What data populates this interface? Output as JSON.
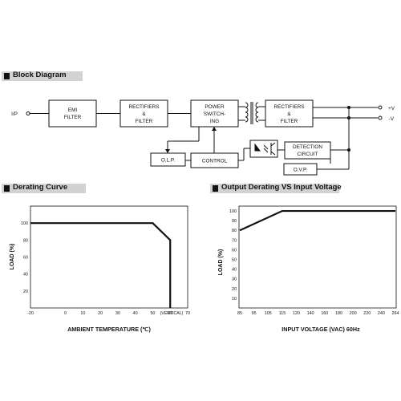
{
  "block_diagram": {
    "title": "Block Diagram",
    "input_label": "I/P",
    "output_pos_label": "+V",
    "output_neg_label": "-V",
    "blocks": {
      "emi_filter": [
        "EMI",
        "FILTER"
      ],
      "rectifiers_filter_1": [
        "RECTIFIERS",
        "&",
        "FILTER"
      ],
      "power_switching": [
        "POWER",
        "SWITCH-",
        "ING"
      ],
      "rectifiers_filter_2": [
        "RECTIFIERS",
        "&",
        "FILTER"
      ],
      "olp": [
        "O.L.P."
      ],
      "control": [
        "CONTROL"
      ],
      "detection_circuit": [
        "DETECTION",
        "CIRCUIT"
      ],
      "ovp": [
        "O.V.P."
      ]
    }
  },
  "derating_curve": {
    "title": "Derating Curve",
    "chart_data": {
      "type": "line",
      "x": [
        -20,
        50,
        60,
        60
      ],
      "y": [
        100,
        100,
        80,
        0
      ],
      "xlabel": "AMBIENT TEMPERATURE (℃)",
      "ylabel": "LOAD (%)",
      "xticks": [
        "-20",
        "0",
        "10",
        "20",
        "30",
        "40",
        "50",
        "60",
        "70"
      ],
      "xtick_values": [
        -20,
        0,
        10,
        20,
        30,
        40,
        50,
        60,
        70
      ],
      "yticks": [
        "20",
        "40",
        "60",
        "80",
        "100"
      ],
      "ytick_values": [
        20,
        40,
        60,
        80,
        100
      ],
      "extra_x_label": "(VERTICAL)",
      "xlim": [
        -20,
        70
      ],
      "ylim": [
        0,
        120
      ],
      "grid": false
    }
  },
  "input_derating": {
    "title": "Output Derating VS Input Voltage",
    "chart_data": {
      "type": "line",
      "x": [
        85,
        115,
        264
      ],
      "y": [
        80,
        100,
        100
      ],
      "xlabel": "INPUT VOLTAGE (VAC) 60Hz",
      "ylabel": "LOAD (%)",
      "xticks": [
        "85",
        "95",
        "105",
        "115",
        "120",
        "140",
        "160",
        "180",
        "200",
        "220",
        "240",
        "264"
      ],
      "yticks": [
        "10",
        "20",
        "30",
        "40",
        "50",
        "60",
        "70",
        "80",
        "90",
        "100"
      ],
      "ytick_values": [
        10,
        20,
        30,
        40,
        50,
        60,
        70,
        80,
        90,
        100
      ],
      "ylim": [
        0,
        105
      ],
      "grid": false
    }
  }
}
